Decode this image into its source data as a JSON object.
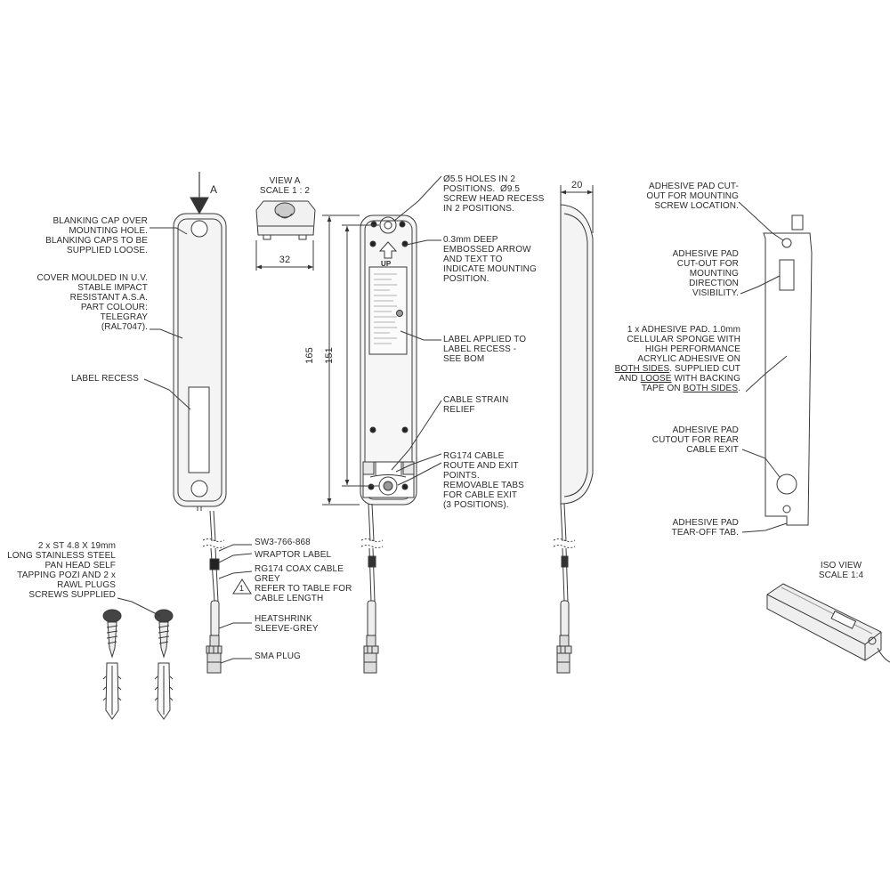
{
  "view_a_marker": "A",
  "view_a": {
    "title": "VIEW A",
    "scale": "SCALE 1 : 2",
    "width": "32"
  },
  "dims": {
    "overall_length": "165",
    "hole_pitch": "151",
    "depth": "20"
  },
  "arrow_text": "UP",
  "warning_triangle": "1",
  "notes_left": {
    "blanking_cap": "BLANKING CAP OVER\nMOUNTING HOLE.\nBLANKING CAPS TO BE\nSUPPLIED LOOSE.",
    "cover": "COVER MOULDED IN U.V.\nSTABLE IMPACT\nRESISTANT A.S.A.\nPART COLOUR:\nTELEGRAY\n(RAL7047).",
    "label_recess": "LABEL RECESS",
    "screws": "2 x ST 4.8 X 19mm\nLONG STAINLESS STEEL\nPAN HEAD SELF\nTAPPING POZI AND 2 x\nRAWL PLUGS\nSCREWS SUPPLIED"
  },
  "notes_center": {
    "holes": "Ø5.5 HOLES IN 2\nPOSITIONS.  Ø9.5\nSCREW HEAD RECESS\nIN 2 POSITIONS.",
    "arrow": "0.3mm DEEP\nEMBOSSED ARROW\nAND TEXT TO\nINDICATE MOUNTING\nPOSITION.",
    "label_applied": "LABEL APPLIED TO\nLABEL RECESS -\nSEE BOM",
    "strain_relief": "CABLE STRAIN\nRELIEF",
    "cable_route": "RG174 CABLE\nROUTE AND EXIT\nPOINTS.\nREMOVABLE TABS\nFOR CABLE EXIT\n(3 POSITIONS).",
    "part_number": "SW3-766-868",
    "wraptor": "WRAPTOR LABEL",
    "coax": "RG174 COAX CABLE\nGREY",
    "refer": "REFER TO TABLE FOR\nCABLE LENGTH",
    "heatshrink": "HEATSHRINK\nSLEEVE-GREY",
    "sma": "SMA PLUG"
  },
  "notes_right": {
    "pad_cutout_screw": "ADHESIVE PAD CUT-\nOUT FOR MOUNTING\nSCREW LOCATION.",
    "pad_cutout_direction": "ADHESIVE PAD\nCUT-OUT FOR\nMOUNTING\nDIRECTION\nVISIBILITY.",
    "pad_1": "1 x ADHESIVE PAD. 1.0mm\nCELLULAR SPONGE WITH\nHIGH PERFORMANCE\nACRYLIC ADHESIVE ON",
    "pad_2a": "BOTH SIDES",
    "pad_2b": ". SUPPLIED CUT",
    "pad_3a": "AND ",
    "pad_3b": "LOOSE",
    "pad_3c": " WITH BACKING",
    "pad_4a": "TAPE ON ",
    "pad_4b": "BOTH SIDES",
    "pad_4c": ".",
    "pad_cutout_rear": "ADHESIVE PAD\nCUTOUT FOR REAR\nCABLE EXIT",
    "pad_tearoff": "ADHESIVE PAD\nTEAR-OFF TAB."
  },
  "iso_view": {
    "title": "ISO VIEW",
    "scale": "SCALE 1:4"
  },
  "colors": {
    "line": "#3a3a3a",
    "fill": "#f3f3f3",
    "dark": "#555555"
  }
}
